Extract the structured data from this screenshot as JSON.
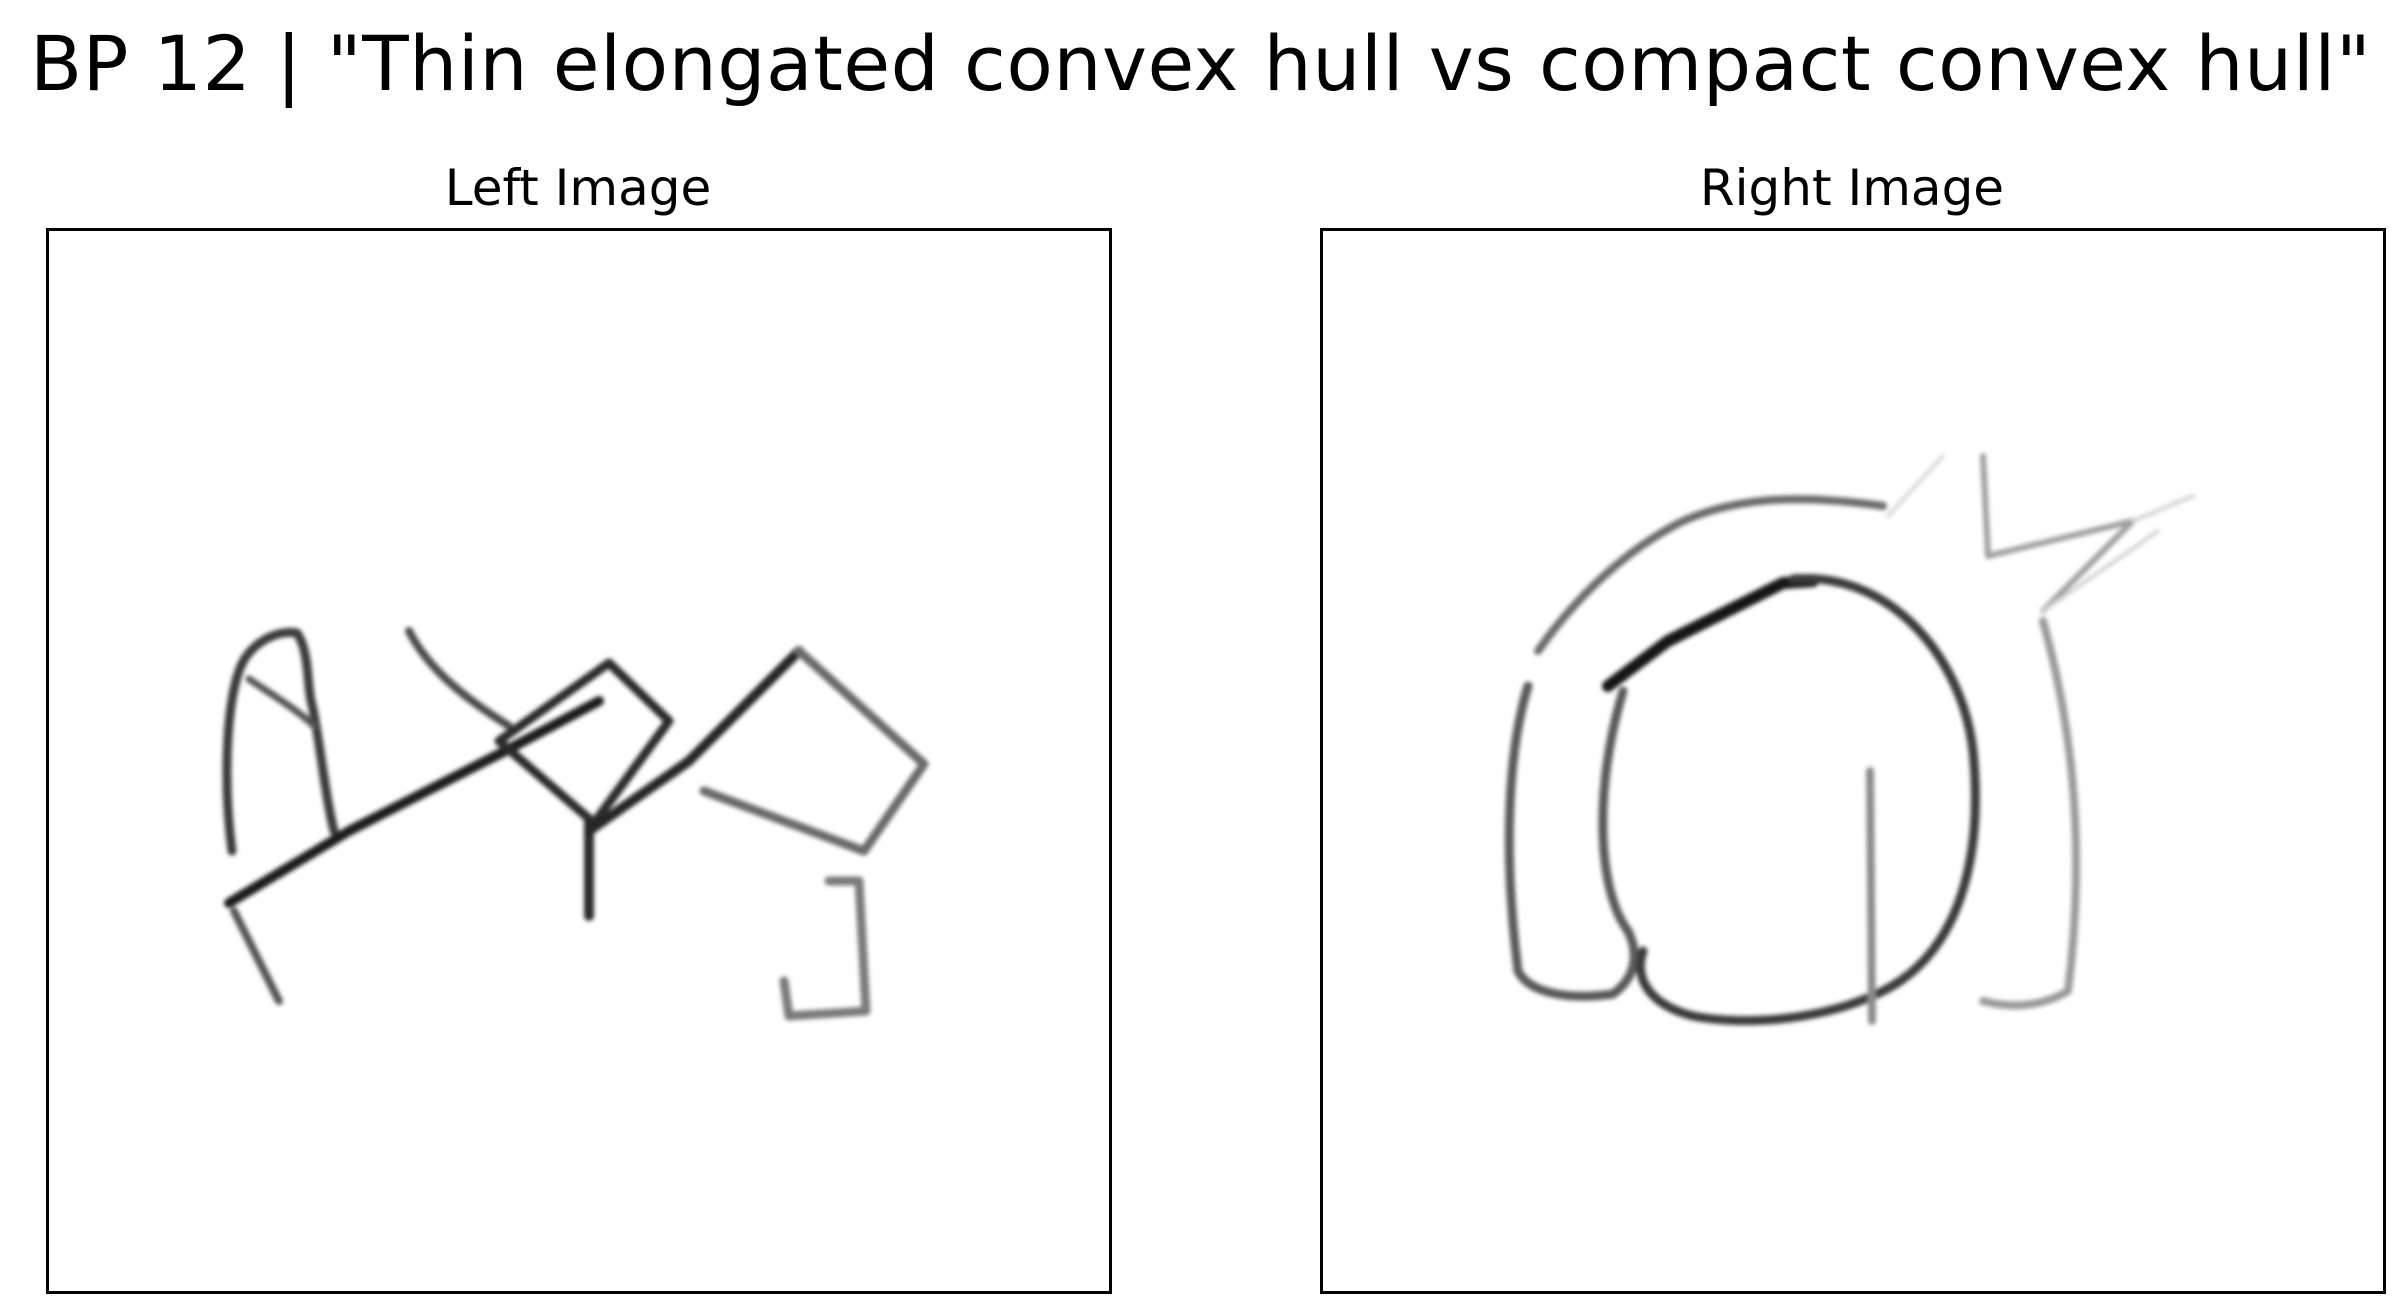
{
  "figure": {
    "suptitle": "BP 12 | \"Thin elongated convex hull vs compact convex hull\""
  },
  "panels": {
    "left": {
      "title": "Left Image"
    },
    "right": {
      "title": "Right Image"
    }
  },
  "colors": {
    "background": "#ffffff",
    "frame": "#000000",
    "stroke_dark": "#1a1a1a",
    "stroke_mid": "#6b6b6b",
    "stroke_light": "#bdbdbd"
  }
}
